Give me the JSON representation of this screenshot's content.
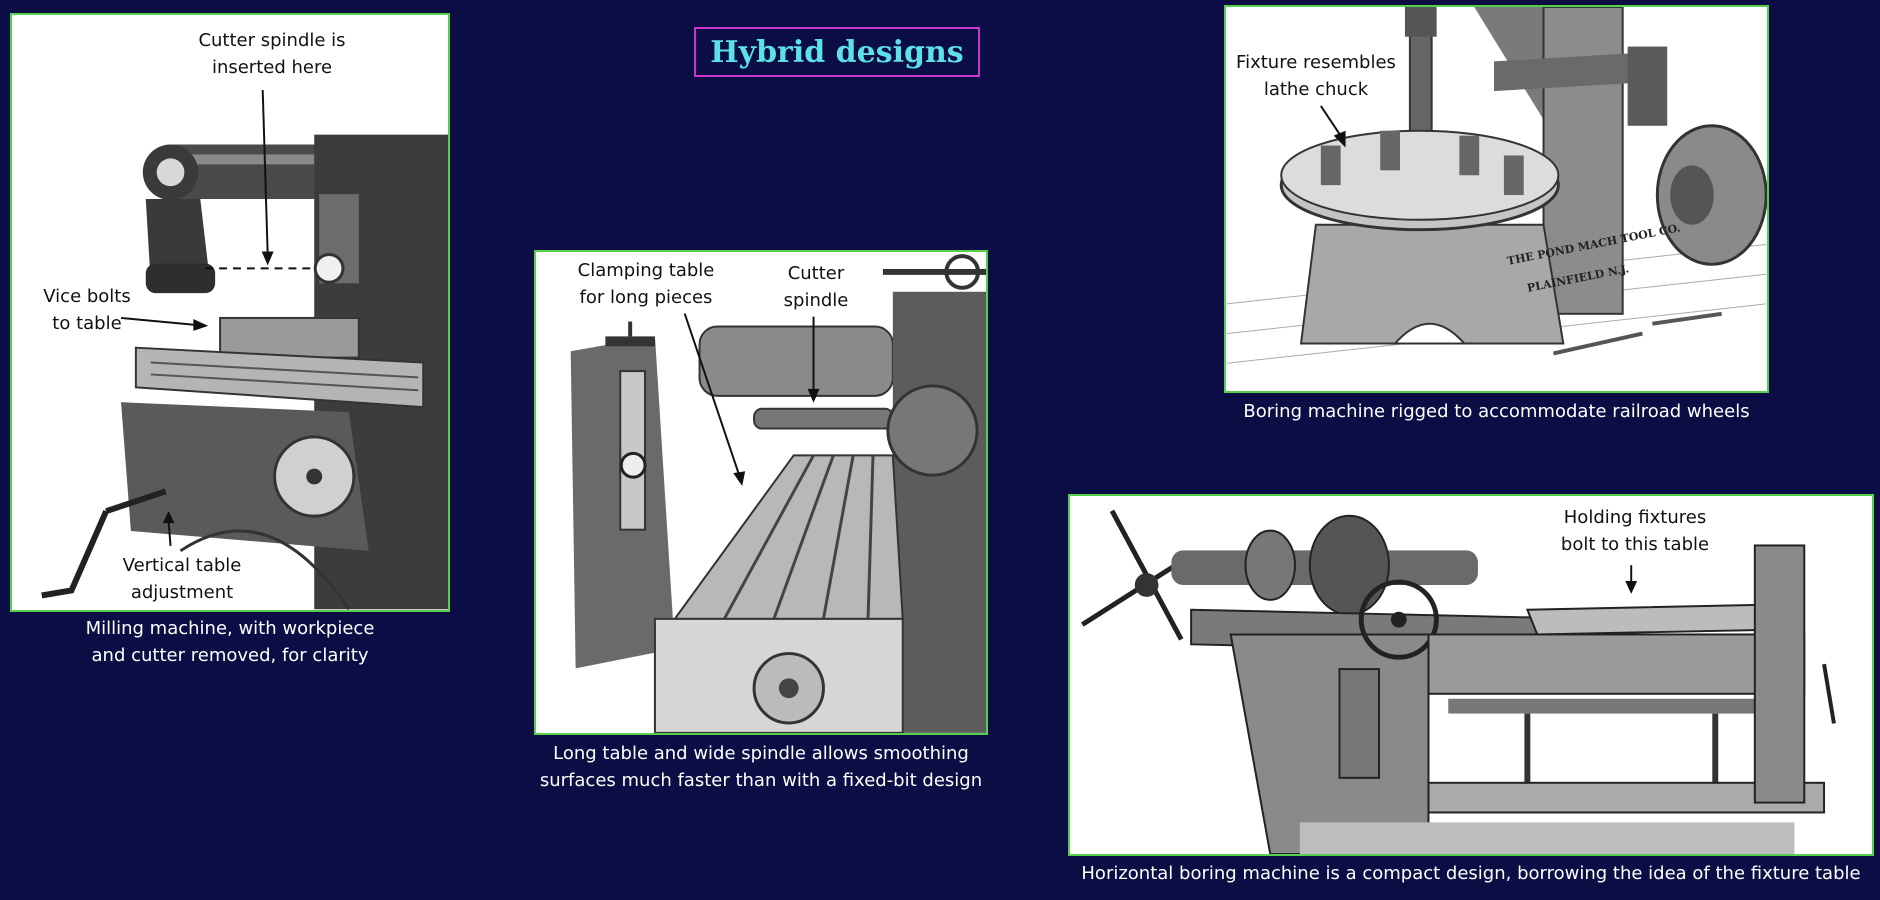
{
  "title": "Hybrid designs",
  "panels": {
    "milling": {
      "labels": {
        "cutter_spindle": "Cutter spindle is\ninserted here",
        "vice_bolts": "Vice bolts\nto table",
        "vertical_adjust": "Vertical table\nadjustment"
      },
      "caption": "Milling machine, with workpiece\nand cutter removed, for clarity"
    },
    "planer": {
      "labels": {
        "clamping_table": "Clamping table\nfor long pieces",
        "cutter_spindle": "Cutter\nspindle"
      },
      "caption": "Long table and wide spindle allows smoothing\nsurfaces much faster than with a fixed-bit design"
    },
    "wheel_borer": {
      "labels": {
        "fixture": "Fixture resembles\nlathe chuck",
        "maker_line1": "THE POND MACH TOOL CO.",
        "maker_line2": "PLAINFIELD N.J."
      },
      "caption": "Boring machine rigged to accommodate railroad wheels"
    },
    "horizontal_borer": {
      "labels": {
        "holding_fixtures": "Holding fixtures\nbolt to this table"
      },
      "caption": "Horizontal boring machine is a compact design, borrowing the idea of the fixture table"
    }
  }
}
